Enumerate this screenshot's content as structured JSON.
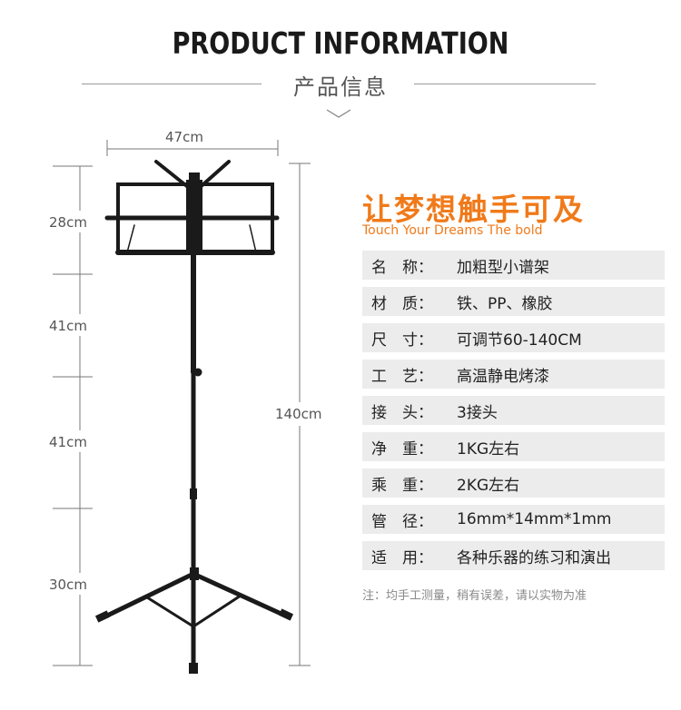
{
  "header": {
    "title": "PRODUCT INFORMATION",
    "subtitle": "产品信息"
  },
  "dimensions": {
    "width": "47cm",
    "total_height": "140cm",
    "segments": [
      "28cm",
      "41cm",
      "41cm",
      "30cm"
    ]
  },
  "slogan": {
    "zh": "让梦想触手可及",
    "en": "Touch Your Dreams The bold"
  },
  "specs": [
    {
      "key": "名　称：",
      "value": "加粗型小谱架"
    },
    {
      "key": "材　质：",
      "value": "铁、PP、橡胶"
    },
    {
      "key": "尺　寸：",
      "value": "可调节60-140CM"
    },
    {
      "key": "工　艺：",
      "value": "高温静电烤漆"
    },
    {
      "key": "接　头：",
      "value": "3接头"
    },
    {
      "key": "净　重：",
      "value": "1KG左右"
    },
    {
      "key": "乘　重：",
      "value": "2KG左右"
    },
    {
      "key": "管　径：",
      "value": "16mm*14mm*1mm"
    },
    {
      "key": "适　用：",
      "value": "各种乐器的练习和演出"
    }
  ],
  "note": "注：均手工测量，稍有误差，请以实物为准",
  "colors": {
    "accent": "#f07a1a",
    "row_bg": "#ececec",
    "stand": "#1a1a1a"
  }
}
